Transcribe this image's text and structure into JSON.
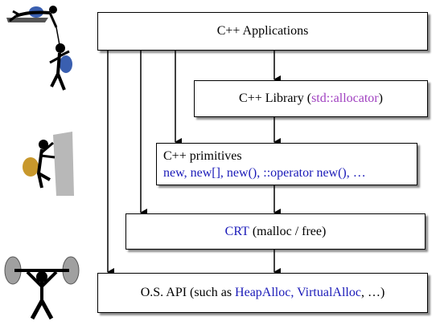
{
  "layers": {
    "apps": {
      "label": "C++ Applications"
    },
    "library": {
      "prefix": "C++ Library (",
      "highlight": "std::allocator",
      "suffix": ")"
    },
    "primitives": {
      "line1": "C++ primitives",
      "line2": "new, new[], new(), ::operator new(), …"
    },
    "crt": {
      "highlight": "CRT",
      "suffix": " (malloc / free)"
    },
    "os": {
      "prefix": "O.S. API (such as ",
      "highlight": "HeapAlloc, VirtualAlloc",
      "suffix": ", …)"
    }
  },
  "colors": {
    "api_blue": "#1a1ab8",
    "allocator_purple": "#a040c0"
  },
  "icons": [
    "climbers-icon",
    "rock-climber-icon",
    "weightlifter-icon"
  ]
}
